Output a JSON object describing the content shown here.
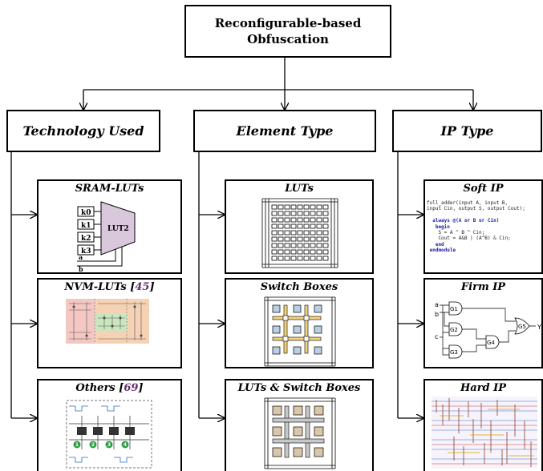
{
  "root": {
    "line1": "Reconfigurable-based",
    "line2": "Obfuscation"
  },
  "categories": [
    {
      "label": "Technology Used"
    },
    {
      "label": "Element Type"
    },
    {
      "label": "IP Type"
    }
  ],
  "technology": {
    "sram": {
      "title": "SRAM-LUTs",
      "inputs": [
        "k0",
        "k1",
        "k2",
        "k3"
      ],
      "lut": "LUT2",
      "sel": [
        "a",
        "b"
      ]
    },
    "nvm": {
      "title": "NVM-LUTs",
      "ref_open": " [",
      "ref": "45",
      "ref_close": "]"
    },
    "others": {
      "title": "Others",
      "ref_open": " [",
      "ref": "69",
      "ref_close": "]",
      "stages": [
        "1",
        "2",
        "3",
        "4"
      ]
    }
  },
  "element": {
    "luts": {
      "title": "LUTs"
    },
    "switch": {
      "title": "Switch Boxes"
    },
    "both": {
      "title": "LUTs & Switch Boxes"
    }
  },
  "ip": {
    "soft": {
      "title": "Soft IP",
      "code": [
        "full_adder(input A, input B,",
        "input Cin, output S, output Cout);",
        "",
        "  always @(A or B or Cin)",
        "   begin",
        "    S = A ^ B ^ Cin;",
        "    Cout = A&B | (A^B) & Cin;",
        "   end",
        " endmodule"
      ]
    },
    "firm": {
      "title": "Firm IP",
      "inputs": [
        "a",
        "b",
        "c"
      ],
      "gates": [
        "G1",
        "G2",
        "G3",
        "G4",
        "G5"
      ],
      "output": "Y"
    },
    "hard": {
      "title": "Hard IP"
    }
  },
  "colors": {
    "nvm_left": "#f4c7c3",
    "nvm_mid": "#c9e6c0",
    "nvm_right": "#f6d2b5",
    "ref": "#6a2c70",
    "stage": "#2e9e44"
  }
}
